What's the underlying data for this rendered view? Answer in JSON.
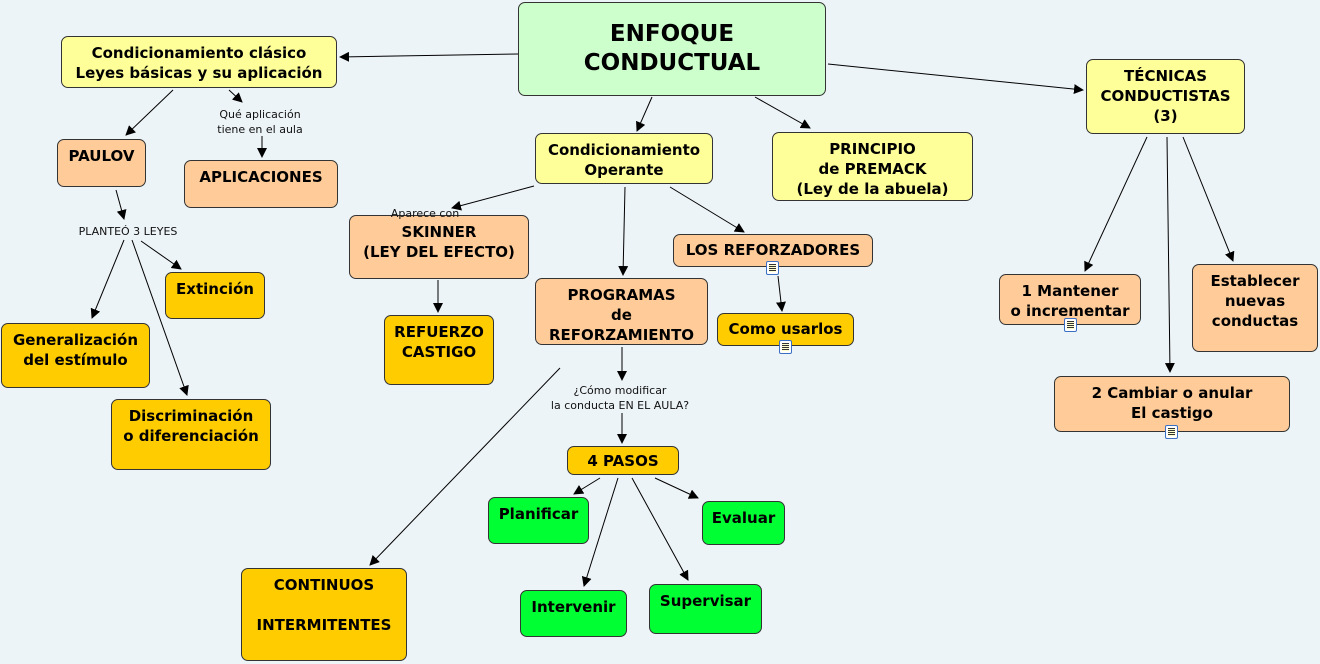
{
  "colors": {
    "background": "#edf4f7",
    "main": "#ccffcc",
    "yellow": "#ffff99",
    "peach": "#ffcc99",
    "gold": "#ffcc00",
    "green": "#00ff33"
  },
  "nodes": {
    "main": "ENFOQUE\nCONDUCTUAL",
    "clasico": "Condicionamiento clásico\nLeyes básicas y su aplicación",
    "paulov": "PAULOV",
    "aplicaciones": "APLICACIONES",
    "extincion": "Extinción",
    "generalizacion": "Generalización\ndel estímulo",
    "discriminacion": "Discriminación\no diferenciación",
    "operante": "Condicionamiento\nOperante",
    "premack": "PRINCIPIO\nde PREMACK\n(Ley de la abuela)",
    "tecnicas": "TÉCNICAS\nCONDUCTISTAS\n(3)",
    "skinner": "SKINNER\n(LEY DEL EFECTO)",
    "refuerzo": "REFUERZO\nCASTIGO",
    "programas": "PROGRAMAS\nde\nREFORZAMIENTO",
    "reforzadores": "LOS REFORZADORES",
    "como_usarlos": "Como usarlos",
    "pasos": "4 PASOS",
    "planificar": "Planificar",
    "evaluar": "Evaluar",
    "intervenir": "Intervenir",
    "supervisar": "Supervisar",
    "continuos": "CONTINUOS\n\nINTERMITENTES",
    "mantener": "1 Mantener\no incrementar",
    "establecer": "Establecer\nnuevas\nconductas",
    "cambiar": "2 Cambiar o anular\nEl castigo"
  },
  "link_labels": {
    "que_aplicacion": "Qué aplicación\ntiene en el aula",
    "planteo": "PLANTEÓ 3 LEYES",
    "aparece": "Aparece con",
    "como_modificar": "¿Cómo modificar\nla conducta EN EL AULA?"
  },
  "icons": {
    "note": "note-attachment-icon"
  }
}
